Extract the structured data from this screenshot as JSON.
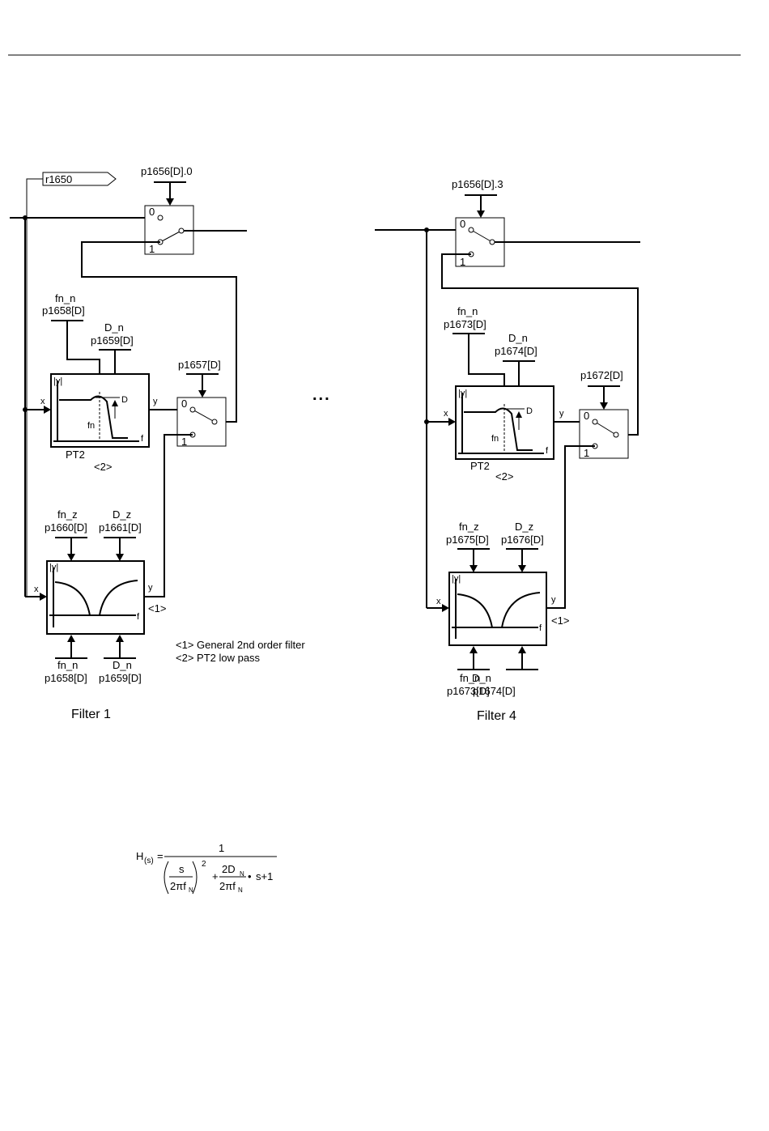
{
  "connector_left": "r1650",
  "ellipsis": "...",
  "filter1": {
    "switch_top": {
      "param": "p1656[D].0",
      "in0": "0",
      "in1": "1"
    },
    "pt2": {
      "fn_label": "fn_n",
      "fn_param": "p1658[D]",
      "d_label": "D_n",
      "d_param": "p1659[D]",
      "x": "x",
      "y": "y",
      "axis_y": "|y|",
      "axis_f": "f",
      "marker_d": "D",
      "marker_fn": "fn",
      "name": "PT2",
      "ref": "<2>"
    },
    "switch_mid": {
      "param": "p1657[D]",
      "in0": "0",
      "in1": "1"
    },
    "gen": {
      "fz_label": "fn_z",
      "fz_param": "p1660[D]",
      "dz_label": "D_z",
      "dz_param": "p1661[D]",
      "fn_label": "fn_n",
      "fn_param": "p1658[D]",
      "dn_label": "D_n",
      "dn_param": "p1659[D]",
      "x": "x",
      "y": "y",
      "axis_y": "|y|",
      "axis_f": "f",
      "ref": "<1>"
    },
    "title": "Filter 1"
  },
  "filter4": {
    "switch_top": {
      "param": "p1656[D].3",
      "in0": "0",
      "in1": "1"
    },
    "pt2": {
      "fn_label": "fn_n",
      "fn_param": "p1673[D]",
      "d_label": "D_n",
      "d_param": "p1674[D]",
      "x": "x",
      "y": "y",
      "axis_y": "|y|",
      "axis_f": "f",
      "marker_d": "D",
      "marker_fn": "fn",
      "name": "PT2",
      "ref": "<2>"
    },
    "switch_mid": {
      "param": "p1672[D]",
      "in0": "0",
      "in1": "1"
    },
    "gen": {
      "fz_label": "fn_z",
      "fz_param": "p1675[D]",
      "dz_label": "D_z",
      "dz_param": "p1676[D]",
      "fn_label": "fn_n",
      "fn_param": "p1673[D]",
      "dn_label": "D_n",
      "dn_param": "p1674[D]",
      "x": "x",
      "y": "y",
      "axis_y": "|y|",
      "axis_f": "f",
      "ref": "<1>"
    },
    "title": "Filter 4"
  },
  "legend": {
    "line1": "<1> General 2nd order filter",
    "line2": "<2> PT2 low pass"
  },
  "formula": {
    "lhs": "H",
    "lhs_sub": "(s)",
    "eq": "=",
    "numerator": "1",
    "s": "s",
    "two_pi_fn": "2πf",
    "sub_n": "N",
    "square": "2",
    "plus": "+",
    "two_d": "2D",
    "bullet": "•",
    "tail": "s+1"
  }
}
